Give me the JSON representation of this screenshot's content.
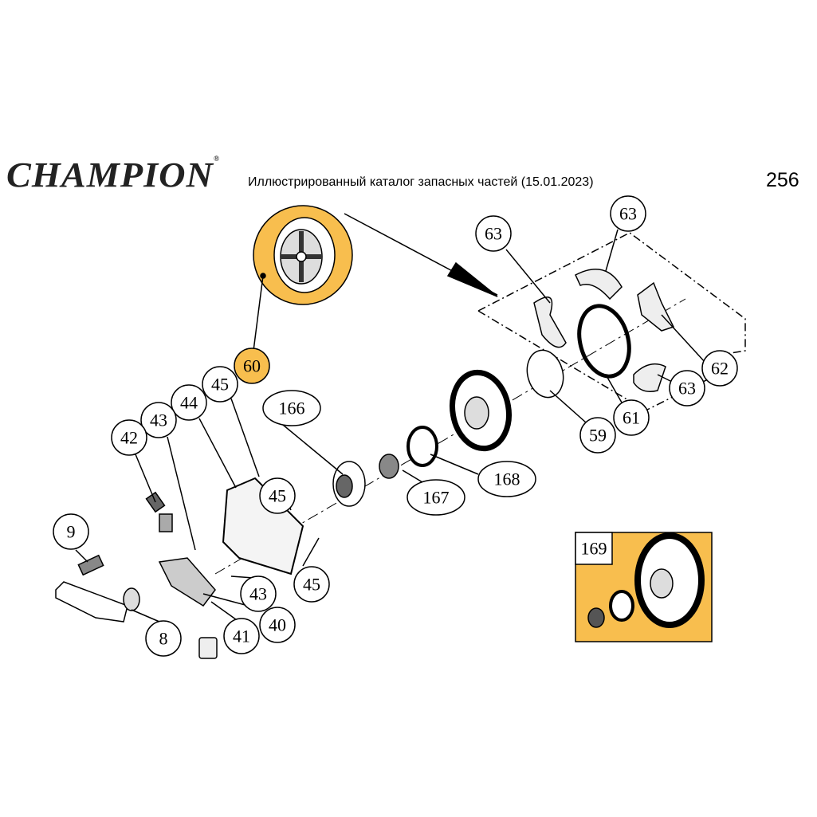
{
  "header": {
    "brand": "CHAMPION",
    "trademark": "®",
    "title": "Иллюстрированный каталог запасных частей (15.01.2023)",
    "page_number": "256"
  },
  "callouts": {
    "p63a": "63",
    "p63b": "63",
    "p62": "62",
    "p63c": "63",
    "p59": "59",
    "p61": "61",
    "p60": "60",
    "p45a": "45",
    "p44": "44",
    "p43a": "43",
    "p42": "42",
    "p166": "166",
    "p45b": "45",
    "p167": "167",
    "p168": "168",
    "p9": "9",
    "p45c": "45",
    "p43b": "43",
    "p40": "40",
    "p41": "41",
    "p8": "8",
    "p169": "169"
  },
  "colors": {
    "highlight": "#F8BE4E"
  }
}
